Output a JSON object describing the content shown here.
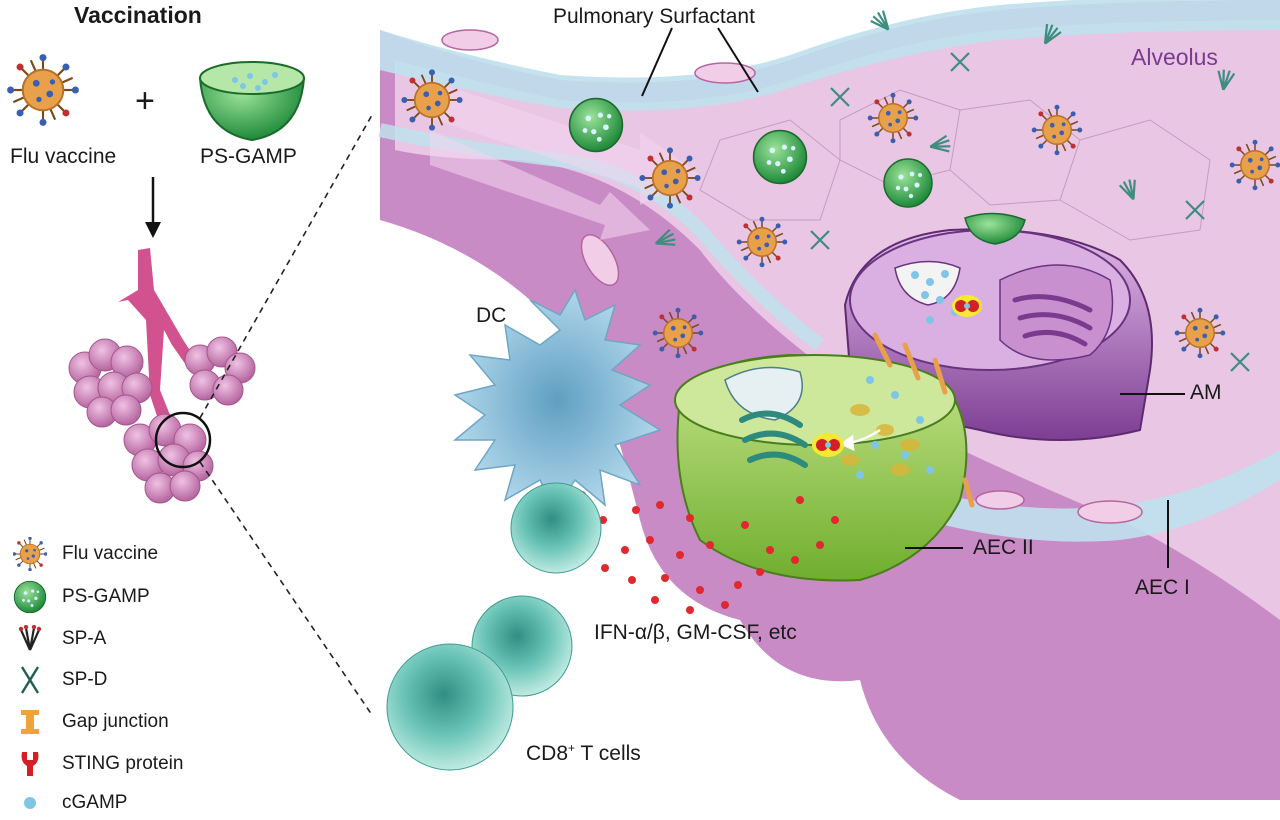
{
  "header": {
    "title": "Vaccination"
  },
  "inputs": {
    "flu_label": "Flu vaccine",
    "plus": "+",
    "gamp_label": "PS-GAMP"
  },
  "labels": {
    "surfactant": "Pulmonary Surfactant",
    "alveolus": "Alveolus",
    "dc": "DC",
    "am": "AM",
    "aec2": "AEC II",
    "aec1": "AEC I",
    "cytokines": "IFN-α/β, GM-CSF, etc",
    "tcells_prefix": "CD8",
    "tcells_sup": "+",
    "tcells_suffix": " T cells"
  },
  "legend": {
    "items": [
      {
        "label": "Flu vaccine",
        "icon": "virus-icon"
      },
      {
        "label": "PS-GAMP",
        "icon": "green-sphere-icon"
      },
      {
        "label": "SP-A",
        "icon": "sp-a-icon"
      },
      {
        "label": "SP-D",
        "icon": "sp-d-icon"
      },
      {
        "label": "Gap junction",
        "icon": "gap-junction-icon"
      },
      {
        "label": "STING protein",
        "icon": "sting-protein-icon"
      },
      {
        "label": "cGAMP",
        "icon": "cgamp-icon"
      }
    ]
  },
  "colors": {
    "tissue": "#c98bc5",
    "tissue_dark": "#8e4f9a",
    "alveolus_space": "#e8c6e4",
    "surfactant": "#bfe0ec",
    "aec2": "#9ccc52",
    "dc": "#8fc3e0",
    "tcell": "#4fb3a8",
    "cytokine": "#e0282e",
    "virus": "#e8a04a"
  }
}
